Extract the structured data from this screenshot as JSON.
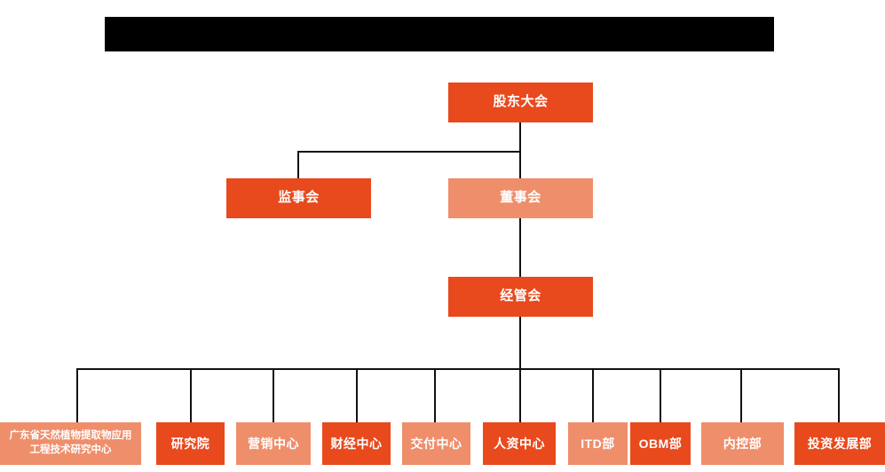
{
  "banner": {
    "name": "redacted-title-bar",
    "text": "",
    "color": "#000000"
  },
  "colors": {
    "dark_orange": "#e8491d",
    "light_orange": "#ef8e6b",
    "line": "#111111",
    "background": "#ffffff",
    "node_text": "#ffffff"
  },
  "chart_title": "",
  "levels": {
    "level1": [
      {
        "id": "shareholders-meeting",
        "label": "股东大会",
        "tone": "dark"
      }
    ],
    "level2": [
      {
        "id": "board-of-supervisors",
        "label": "监事会",
        "tone": "dark"
      },
      {
        "id": "board-of-directors",
        "label": "董事会",
        "tone": "light"
      }
    ],
    "level3": [
      {
        "id": "management-committee",
        "label": "经管会",
        "tone": "dark"
      }
    ],
    "departments": [
      {
        "id": "gd-plant-extract-center",
        "label": "广东省天然植物提取物应用工程技术研究中心",
        "tone": "light"
      },
      {
        "id": "research-institute",
        "label": "研究院",
        "tone": "dark"
      },
      {
        "id": "marketing-center",
        "label": "营销中心",
        "tone": "light"
      },
      {
        "id": "finance-center",
        "label": "财经中心",
        "tone": "dark"
      },
      {
        "id": "delivery-center",
        "label": "交付中心",
        "tone": "light"
      },
      {
        "id": "hr-center",
        "label": "人资中心",
        "tone": "dark"
      },
      {
        "id": "itd-department",
        "label": "ITD部",
        "tone": "light"
      },
      {
        "id": "obm-department",
        "label": "OBM部",
        "tone": "dark"
      },
      {
        "id": "internal-control-department",
        "label": "内控部",
        "tone": "light"
      },
      {
        "id": "investment-development-department",
        "label": "投资发展部",
        "tone": "dark"
      }
    ]
  }
}
